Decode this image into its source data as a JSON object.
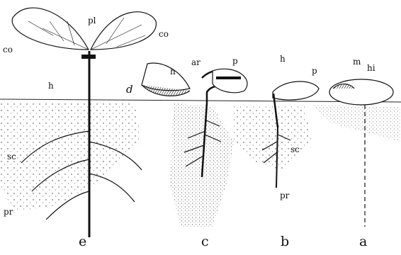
{
  "figure": {
    "labels": {
      "pl": "pl",
      "co_left": "co",
      "co_right": "co",
      "h_e": "h",
      "sc_e": "sc",
      "pr_e": "pr",
      "d": "d",
      "h_c": "h",
      "ar": "ar",
      "p_c": "p",
      "h_b": "h",
      "p_b": "p",
      "sc_b": "sc",
      "pr_b": "pr",
      "m": "m",
      "hi": "hi"
    },
    "stages": [
      "e",
      "c",
      "b",
      "a"
    ]
  }
}
